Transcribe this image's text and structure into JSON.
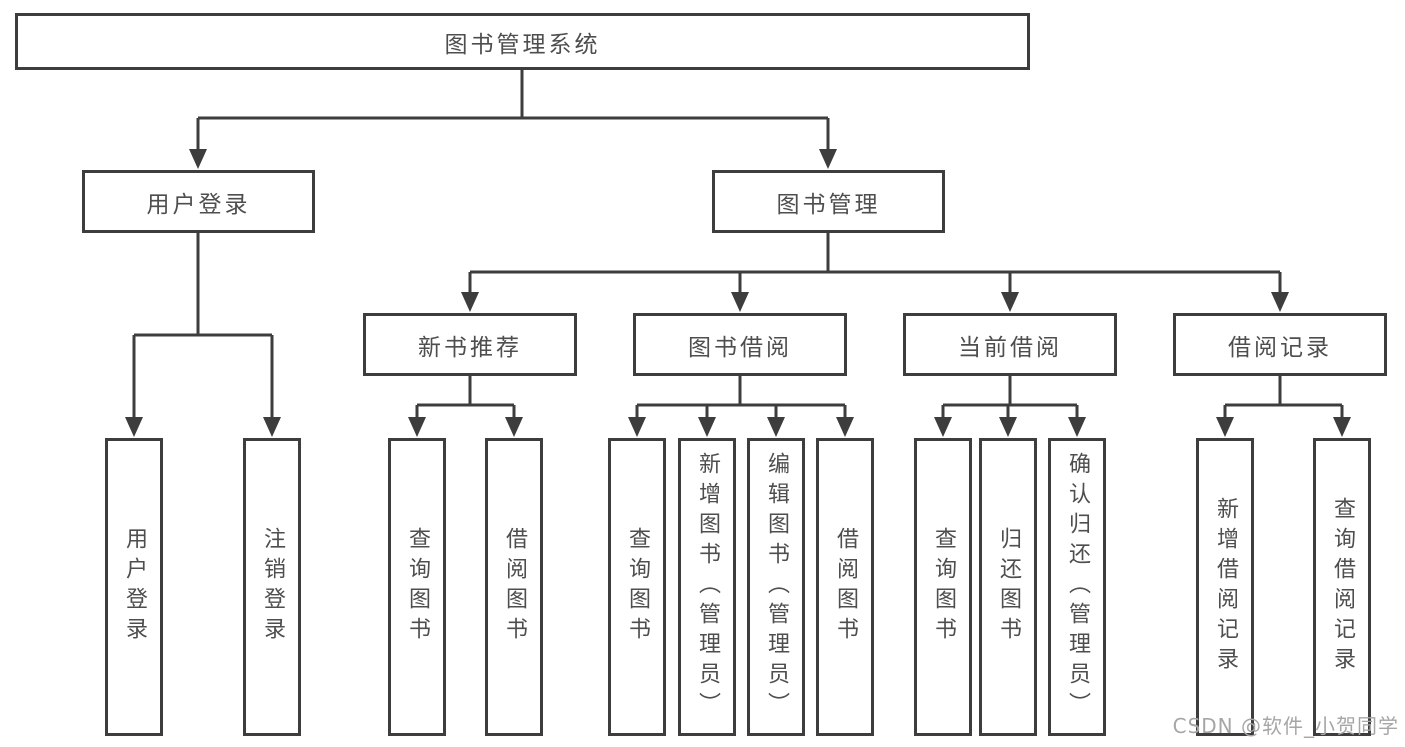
{
  "colors": {
    "line": "#3d3d3d",
    "box_border": "#3d3d3d",
    "text": "#4e4e4e",
    "background": "#ffffff",
    "watermark": "#a6a6a6"
  },
  "watermark": "CSDN @软件_小贺同学",
  "tree": {
    "label": "图书管理系统",
    "children": [
      {
        "label": "用户登录",
        "children": [
          {
            "label": "用户登录"
          },
          {
            "label": "注销登录"
          }
        ]
      },
      {
        "label": "图书管理",
        "children": [
          {
            "label": "新书推荐",
            "children": [
              {
                "label": "查询图书"
              },
              {
                "label": "借阅图书"
              }
            ]
          },
          {
            "label": "图书借阅",
            "children": [
              {
                "label": "查询图书"
              },
              {
                "label": "新增图书（管理员）"
              },
              {
                "label": "编辑图书（管理员）"
              },
              {
                "label": "借阅图书"
              }
            ]
          },
          {
            "label": "当前借阅",
            "children": [
              {
                "label": "查询图书"
              },
              {
                "label": "归还图书"
              },
              {
                "label": "确认归还（管理员）"
              }
            ]
          },
          {
            "label": "借阅记录",
            "children": [
              {
                "label": "新增借阅记录"
              },
              {
                "label": "查询借阅记录"
              }
            ]
          }
        ]
      }
    ]
  }
}
